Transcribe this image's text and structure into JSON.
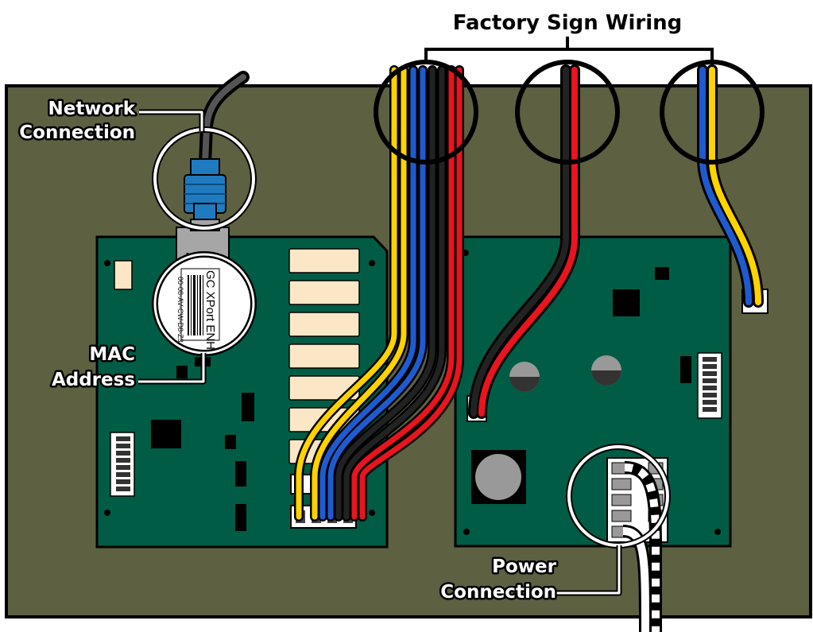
{
  "diagram": {
    "title": "Factory Sign Wiring",
    "labels": {
      "network_line1": "Network",
      "network_line2": "Connection",
      "mac_line1": "MAC",
      "mac_line2": "Address",
      "power_line1": "Power",
      "power_line2": "Connection"
    },
    "mac_sticker": {
      "model": "GC XPort ENH",
      "address": "00-08-AV-CW-D8-Z3"
    },
    "colors": {
      "enclosure": "#5d6041",
      "board": "#005c45",
      "wire_red": "#e8141e",
      "wire_yellow": "#ffd200",
      "wire_blue": "#1f5bd0",
      "wire_black": "#000000",
      "ethernet_connector": "#1f7ac0"
    }
  }
}
